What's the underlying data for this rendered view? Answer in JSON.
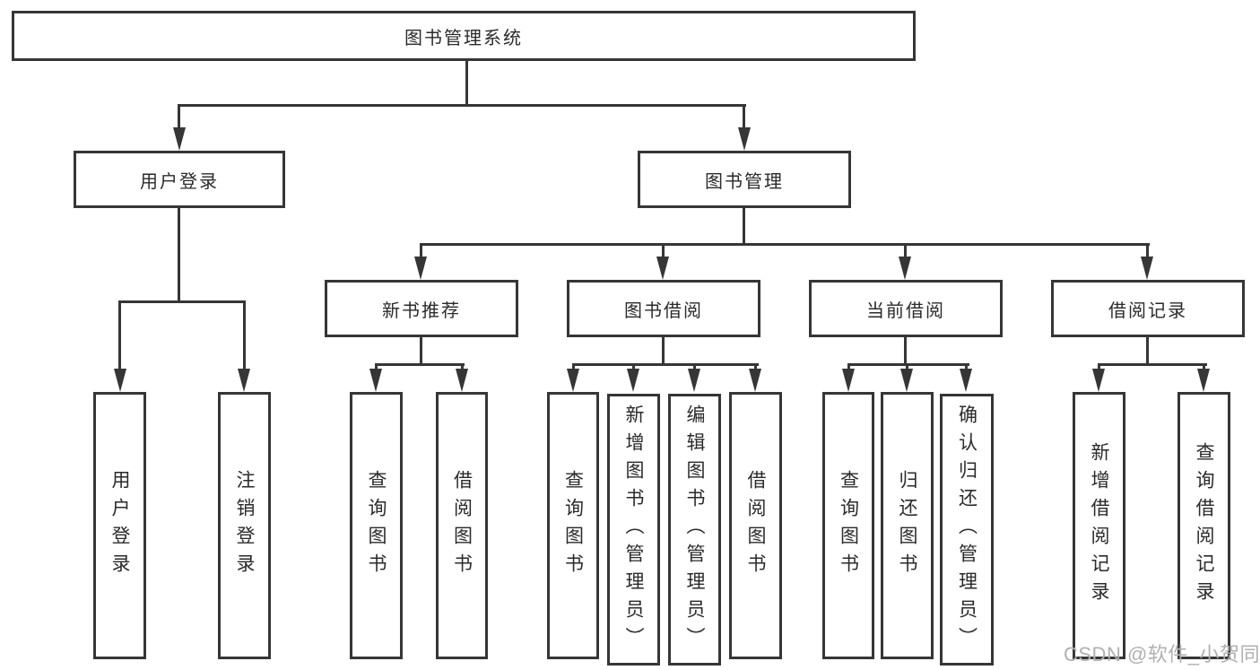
{
  "tree": {
    "label": "图书管理系统",
    "children": [
      {
        "label": "用户登录",
        "children": [
          {
            "label": "用户登录"
          },
          {
            "label": "注销登录"
          }
        ]
      },
      {
        "label": "图书管理",
        "children": [
          {
            "label": "新书推荐",
            "children": [
              {
                "label": "查询图书"
              },
              {
                "label": "借阅图书"
              }
            ]
          },
          {
            "label": "图书借阅",
            "children": [
              {
                "label": "查询图书"
              },
              {
                "label": "新增图书（管理员）"
              },
              {
                "label": "编辑图书（管理员）"
              },
              {
                "label": "借阅图书"
              }
            ]
          },
          {
            "label": "当前借阅",
            "children": [
              {
                "label": "查询图书"
              },
              {
                "label": "归还图书"
              },
              {
                "label": "确认归还（管理员）"
              }
            ]
          },
          {
            "label": "借阅记录",
            "children": [
              {
                "label": "新增借阅记录"
              },
              {
                "label": "查询借阅记录"
              }
            ]
          }
        ]
      }
    ]
  },
  "watermark": {
    "text": "CSDN @软件_小贺同学"
  },
  "colors": {
    "line": "#363636",
    "box_border": "#363636",
    "text": "#2a2a2a",
    "watermark": "#b0b0b0",
    "background": "#ffffff"
  }
}
